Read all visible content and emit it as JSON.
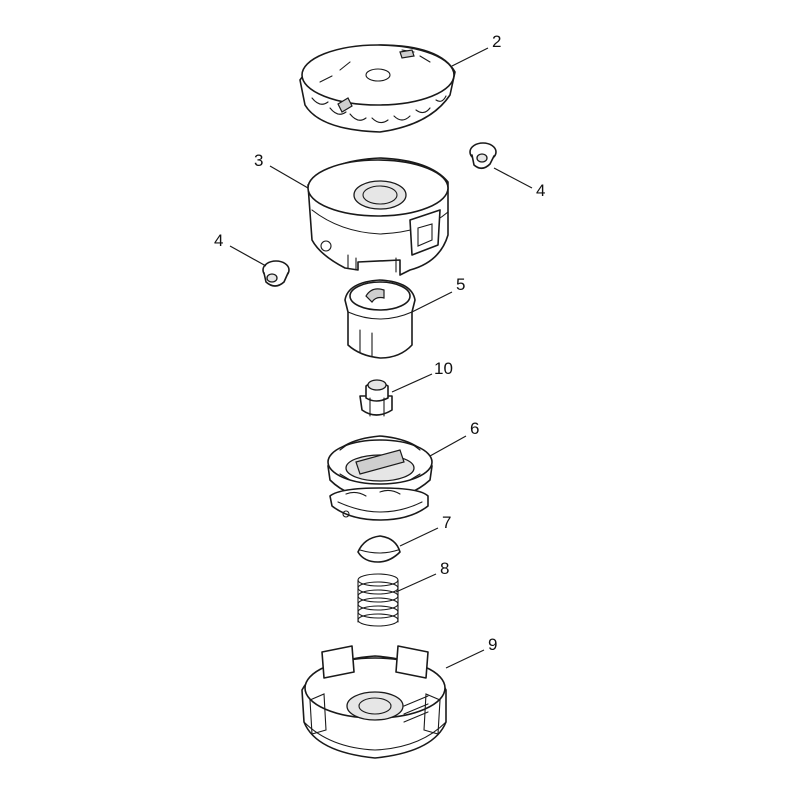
{
  "callouts": [
    {
      "id": "2",
      "label": "2"
    },
    {
      "id": "3",
      "label": "3"
    },
    {
      "id": "4a",
      "label": "4"
    },
    {
      "id": "4b",
      "label": "4"
    },
    {
      "id": "5",
      "label": "5"
    },
    {
      "id": "10",
      "label": "10"
    },
    {
      "id": "6",
      "label": "6"
    },
    {
      "id": "7",
      "label": "7"
    },
    {
      "id": "8",
      "label": "8"
    },
    {
      "id": "9",
      "label": "9"
    }
  ],
  "colors": {
    "line": "#1a1a1a",
    "background": "#ffffff"
  }
}
